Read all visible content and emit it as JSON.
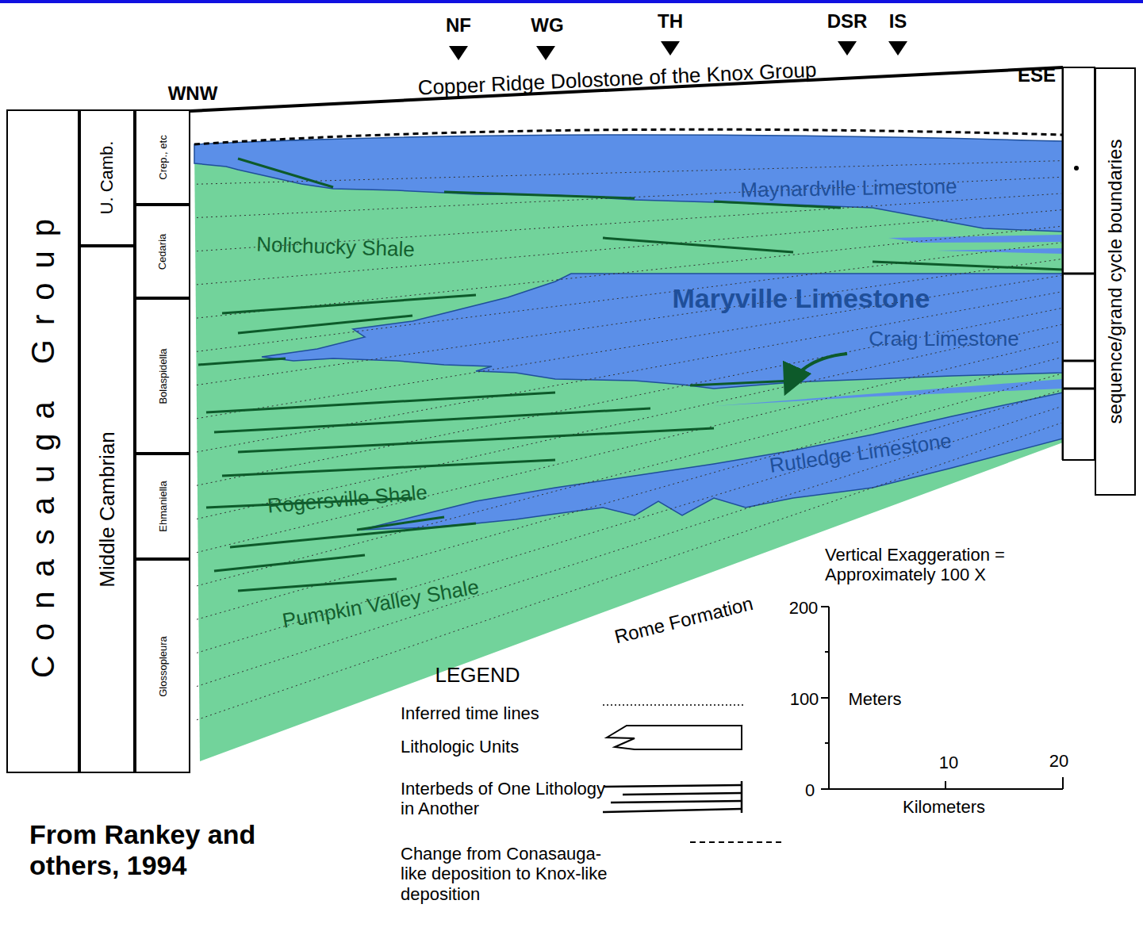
{
  "diagram": {
    "nodes": [
      {
        "text": [
          "Conasauga Group"
        ]
      },
      {
        "text": [
          "U. Camb."
        ]
      },
      {
        "text": [
          "Middle Cambrian"
        ]
      },
      {
        "text": [
          "Crep., etc"
        ]
      },
      {
        "text": [
          "Cedaria"
        ]
      },
      {
        "text": [
          "Bolaspidella"
        ]
      },
      {
        "text": [
          "Ehmaniella"
        ]
      },
      {
        "text": [
          "Glossopleura"
        ]
      },
      {
        "text": [
          "sequence/grand cycle boundaries"
        ]
      }
    ],
    "edges": [],
    "labels": [
      "NF",
      "WG",
      "TH",
      "DSR",
      "IS",
      "Copper Ridge Dolostone of the Knox Group",
      "WNW",
      "ESE",
      "Maynardville Limestone",
      "Nolichucky Shale",
      "Maryville Limestone",
      "Craig Limestone",
      "Rutledge Limestone",
      "Rogersville Shale",
      "Pumpkin Valley Shale",
      "Rome Formation",
      "Vertical Exaggeration = Approximately 100 X",
      "200",
      "100",
      "0",
      "Meters",
      "10",
      "20",
      "Kilometers",
      "From Rankey and others, 1994",
      "LEGEND"
    ],
    "legend": [
      {
        "text": "Inferred time lines"
      },
      {
        "text": "Lithologic Units"
      },
      {
        "text": "Interbeds of One Lithology in Another"
      },
      {
        "text": "Change from Conasauga-like deposition to Knox-like deposition"
      }
    ]
  }
}
